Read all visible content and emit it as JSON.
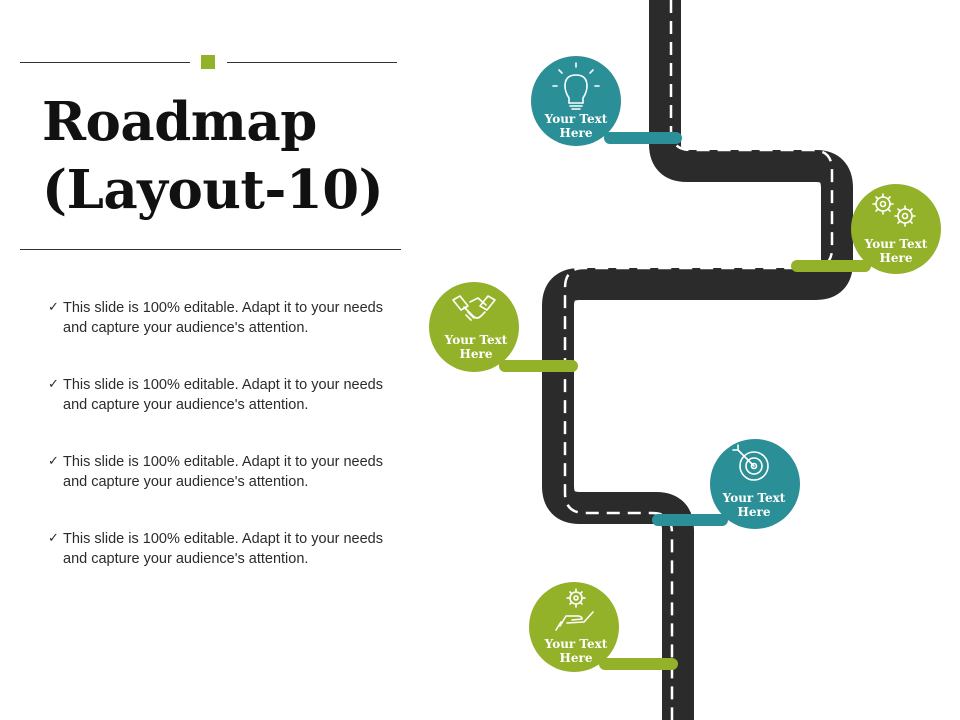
{
  "title": {
    "line1": "Roadmap",
    "line2": "(Layout-10)"
  },
  "colors": {
    "accent_green": "#94B12A",
    "accent_teal": "#2A8F96",
    "road": "#2B2B2B"
  },
  "bullets": [
    {
      "check": "✓",
      "text": "This slide is 100% editable. Adapt it to your needs and capture your audience's attention."
    },
    {
      "check": "✓",
      "text": "This slide is 100% editable. Adapt it to your needs and capture your audience's attention."
    },
    {
      "check": "✓",
      "text": "This slide is 100% editable. Adapt it to your needs and capture your audience's attention."
    },
    {
      "check": "✓",
      "text": "This slide is 100% editable. Adapt it to your needs and capture your audience's attention."
    }
  ],
  "milestones": [
    {
      "label_line1": "Your Text",
      "label_line2": "Here",
      "icon": "lightbulb-icon",
      "color": "#2A8F96"
    },
    {
      "label_line1": "Your Text",
      "label_line2": "Here",
      "icon": "gears-icon",
      "color": "#94B12A"
    },
    {
      "label_line1": "Your Text",
      "label_line2": "Here",
      "icon": "handshake-icon",
      "color": "#94B12A"
    },
    {
      "label_line1": "Your Text",
      "label_line2": "Here",
      "icon": "target-icon",
      "color": "#2A8F96"
    },
    {
      "label_line1": "Your Text",
      "label_line2": "Here",
      "icon": "hand-gear-icon",
      "color": "#94B12A"
    }
  ]
}
